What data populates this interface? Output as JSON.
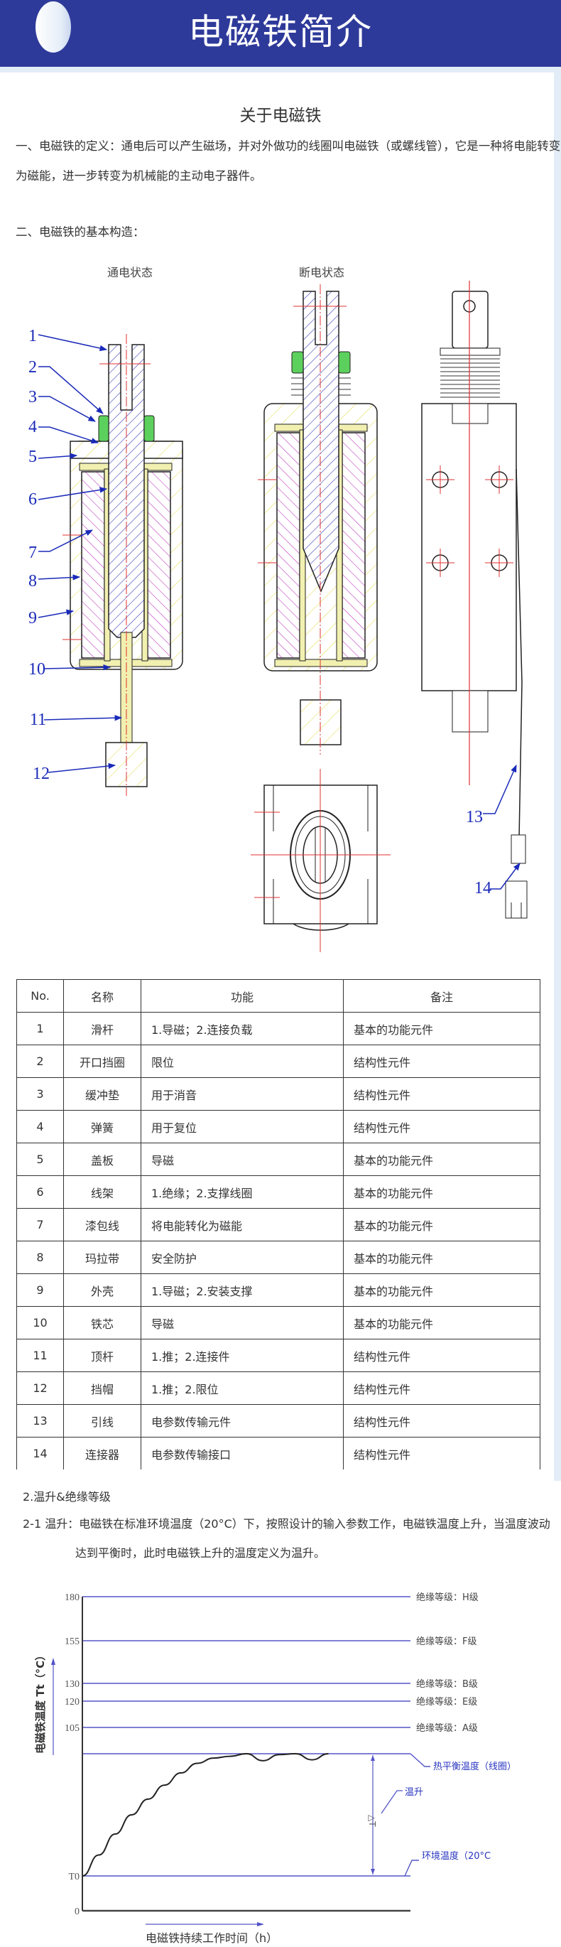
{
  "header": {
    "title": "电磁铁简介"
  },
  "about": {
    "heading": "关于电磁铁"
  },
  "definition": {
    "line1": "一、电磁铁的定义：通电后可以产生磁场，并对外做功的线圈叫电磁铁（或螺线管），它是一种将电能转变",
    "line2": "为磁能，进一步转变为机械能的主动电子器件。"
  },
  "structure": {
    "heading": "二、电磁铁的基本构造：",
    "state_on": "通电状态",
    "state_off": "断电状态",
    "callouts": [
      "1",
      "2",
      "3",
      "4",
      "5",
      "6",
      "7",
      "8",
      "9",
      "10",
      "11",
      "12",
      "13",
      "14"
    ]
  },
  "table": {
    "headers": [
      "No.",
      "名称",
      "功能",
      "备注"
    ],
    "rows": [
      [
        "1",
        "滑杆",
        "1.导磁；2.连接负载",
        "基本的功能元件"
      ],
      [
        "2",
        "开口挡圈",
        "限位",
        "结构性元件"
      ],
      [
        "3",
        "缓冲垫",
        "用于消音",
        "结构性元件"
      ],
      [
        "4",
        "弹簧",
        "用于复位",
        "结构性元件"
      ],
      [
        "5",
        "盖板",
        "导磁",
        "基本的功能元件"
      ],
      [
        "6",
        "线架",
        "1.绝缘；2.支撑线圈",
        "基本的功能元件"
      ],
      [
        "7",
        "漆包线",
        "将电能转化为磁能",
        "基本的功能元件"
      ],
      [
        "8",
        "玛拉带",
        "安全防护",
        "基本的功能元件"
      ],
      [
        "9",
        "外壳",
        "1.导磁；2.安装支撑",
        "基本的功能元件"
      ],
      [
        "10",
        "铁芯",
        "导磁",
        "基本的功能元件"
      ],
      [
        "11",
        "顶杆",
        "1.推；2.连接件",
        "结构性元件"
      ],
      [
        "12",
        "挡帽",
        "1.推；2.限位",
        "结构性元件"
      ],
      [
        "13",
        "引线",
        "电参数传输元件",
        "结构性元件"
      ],
      [
        "14",
        "连接器",
        "电参数传输接口",
        "结构性元件"
      ]
    ]
  },
  "section2": {
    "heading": "2.温升&绝缘等级",
    "line1": "2-1 温升：电磁铁在标准环境温度（20°C）下，按照设计的输入参数工作，电磁铁温度上升，当温度波动",
    "line2": "达到平衡时，此时电磁铁上升的温度定义为温升。"
  },
  "chart_data": {
    "type": "line",
    "title": "",
    "xlabel": "电磁铁持续工作时间（h）",
    "ylabel": "电磁铁温度 Tt（°C）",
    "y_ticks": [
      "180",
      "155",
      "130",
      "120",
      "105",
      "T0",
      "0"
    ],
    "reference_lines": [
      {
        "value": 180,
        "label": "绝缘等级：H级"
      },
      {
        "value": 155,
        "label": "绝缘等级：F级"
      },
      {
        "value": 130,
        "label": "绝缘等级：B级"
      },
      {
        "value": 120,
        "label": "绝缘等级：E级"
      },
      {
        "value": 105,
        "label": "绝缘等级：A级"
      },
      {
        "value": 90,
        "label": "热平衡温度（线圈）"
      },
      {
        "value": 20,
        "label": "环境温度（20°C"
      }
    ],
    "delta_label": "△T",
    "rise_label": "温升",
    "series": [
      {
        "name": "电磁铁温度",
        "x": [
          0,
          0.05,
          0.1,
          0.15,
          0.2,
          0.25,
          0.3,
          0.35,
          0.4,
          0.45,
          0.5,
          0.55,
          0.6,
          0.65,
          0.7,
          0.75
        ],
        "y": [
          20,
          32,
          44,
          55,
          64,
          72,
          79,
          84.5,
          87.5,
          88.5,
          90,
          86,
          89.5,
          90,
          86.5,
          90
        ]
      }
    ],
    "ylim": [
      0,
      180
    ],
    "grid": false
  },
  "colors": {
    "brand": "#2e3a9a",
    "ref_line": "#5555c8",
    "callout": "#1a2ab8",
    "center_line": "#e03030"
  }
}
